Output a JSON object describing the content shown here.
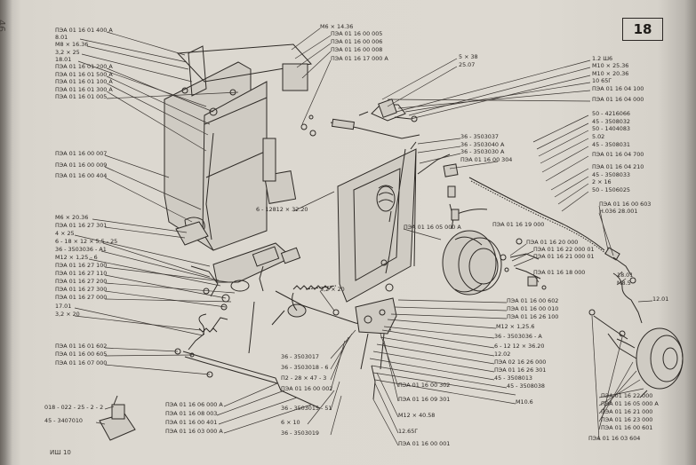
{
  "page_number": "46",
  "figure_number": "18",
  "footer": "ИШ 10",
  "labels": {
    "l01": "ПЭА 01 16 01 400 А",
    "l02": "8.01",
    "l03": "М8 × 16.36",
    "l04": "3,2 × 25",
    "l05": "18.01",
    "l06": "ПЭА 01 16 01 200 А",
    "l07": "ПЭА 01 16 01 500 А",
    "l08": "ПЭА 01 16 01 100 А",
    "l09": "ПЭА 01 16 01 300 А",
    "l10": "ПЭА 01 16 01 005",
    "l11": "ПЭА 01 16 00 007",
    "l12": "ПЭА 01 16 00 009",
    "l13": "ПЭА 01 16 00 404",
    "l14": "М6 × 20.36",
    "l15": "ПЭА 01 16 27 301",
    "l16": "4 × 25",
    "l17": "6 - 18 × 12 × 5,5 - 25",
    "l18": "36 - 3503036 - А1",
    "l19": "М12 × 1,25 - 6",
    "l20": "ПЭА 01 16 27 100",
    "l21": "ПЭА 01 16 27 110",
    "l22": "ПЭА 01 16 27 200",
    "l23": "ПЭА 01 16 27 300",
    "l24": "ПЭА 01 16 27 000",
    "l25": "17.01",
    "l26": "3,2 × 20",
    "l27": "ПЭА 01 16 01 602",
    "l28": "ПЭА 01 16 00 605",
    "l29": "ПЭА 01 16 07 000",
    "l30": "018 - 022 - 25 - 2 - 2",
    "l31": "45 - 3407010",
    "l32": "ПЭА 01 16 06 000 А",
    "l33": "ПЭА 01 16 08 003",
    "l34": "ПЭА 01 16 00 401",
    "l35": "ПЭА 01 16 03 000 А",
    "l36": "М6 × 14.36",
    "l37": "ПЭА 01 16 00 005",
    "l38": "ПЭА 01 16 00 006",
    "l39": "ПЭА 01 16 00 008",
    "l40": "ПЭА 01 16 17 000 А",
    "l41": "5 × 38",
    "l42": "25.07",
    "l43": "36 - 3503037",
    "l44": "36 - 3503040 А",
    "l45": "36 - 3503030 А",
    "l46": "ПЭА 01 16 00 304",
    "l47": "1.2 Ш6",
    "l48": "М10 × 25.36",
    "l49": "М10 × 20.36",
    "l50": "10 65Г",
    "l51": "ПЭА 01 16 04 100",
    "l52": "ПЭА 01 16 04 000",
    "l53": "50 - 4216066",
    "l54": "45 - 3508032",
    "l55": "50 - 1404083",
    "l56": "5.02",
    "l57": "45 - 3508031",
    "l58": "ПЭА 01 16 04 700",
    "l59": "ПЭА 01 16 04 210",
    "l60": "45 - 3508033",
    "l61": "2 × 16",
    "l62": "50 - 1506025",
    "l63": "ПЭА 01 16 00 603",
    "l64": "Н.036 28.001",
    "l65": "6 - 12812 × 32.20",
    "l66": "ПЭА 01 16 05 000 А",
    "l67": "ПЭА 01 16 19 000",
    "l68": "ПЭА 01 16 20 000",
    "l69": "ПЭА 01 16 22 000 01",
    "l70": "ПЭА 01 16 21 000 01",
    "l71": "ПЭА 01 16 18 000",
    "l72": "18.01",
    "l73": "М8.5",
    "l74": "12.01",
    "l75": "3,2 × 20",
    "l76": "ПЭА 01 16 00 602",
    "l77": "ПЭА 01 16 00 010",
    "l78": "ПЭА 01 16 26 100",
    "l79": "М12 × 1,25.6",
    "l80": "36 - 3503036 - А",
    "l81": "6 - 12 12 × 36.20",
    "l82": "12.02",
    "l83": "ПЭА 02 16 26 000",
    "l84": "ПЭА 01 16 26 301",
    "l85": "45 - 3508013",
    "l86": "45 - 3508038",
    "l87": "М10.6",
    "l88": "36 - 3503017",
    "l89": "36 - 3503018 - 6",
    "l90": "П2 - 28 × 47 - 3",
    "l91": "ПЭА 01 16 00 002",
    "l92": "36 - 3503015 - 51",
    "l93": "6 × 10",
    "l94": "36 - 3503019",
    "l95": "ПЭА 01 16 00 302",
    "l96": "ПЭА 01 16 09 301",
    "l97": "М12 × 40.58",
    "l98": "12.65Г",
    "l99": "ПЭА 01 16 00 001",
    "l100": "ПЭА 01 16 22 000",
    "l101": "ПЭА 01 16 05 000 А",
    "l102": "ПЭА 01 16 21 000",
    "l103": "ПЭА 01 16 23 000",
    "l104": "ПЭА 01 16 00 601",
    "l105": "ПЭА 01 16 03 604"
  }
}
